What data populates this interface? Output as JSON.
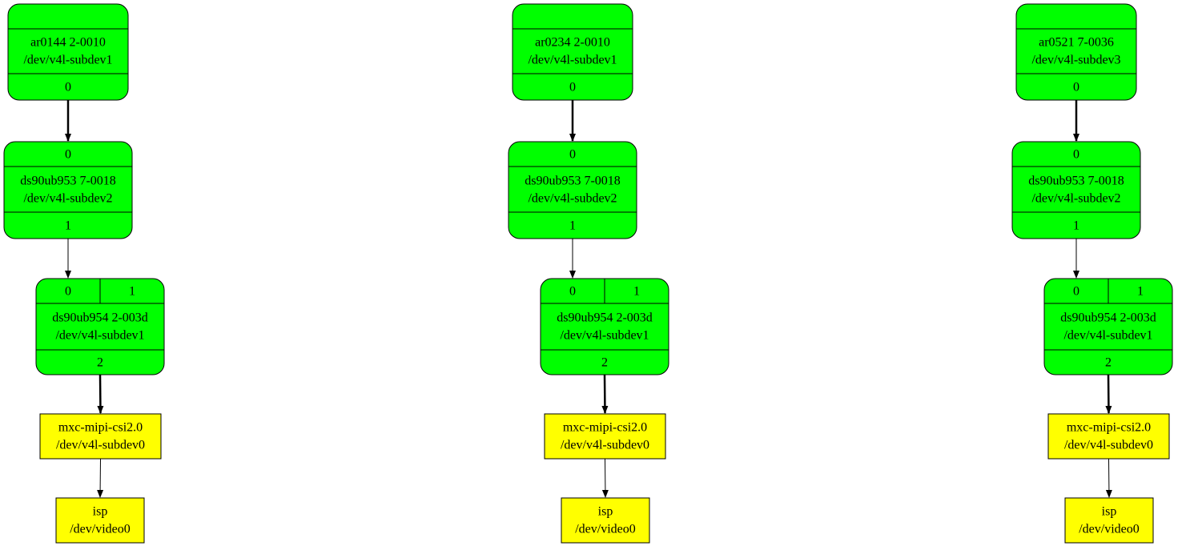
{
  "colors": {
    "subdev_fill": "#00ff00",
    "video_fill": "#ffff00",
    "stroke": "#000000",
    "background": "#ffffff"
  },
  "pipelines": [
    {
      "sensor": {
        "name": "ar0144 2-0010",
        "dev": "/dev/v4l-subdev1",
        "pad_out": "0"
      },
      "serializer": {
        "pad_in": "0",
        "name": "ds90ub953 7-0018",
        "dev": "/dev/v4l-subdev2",
        "pad_out": "1"
      },
      "deserializer": {
        "pad_in_0": "0",
        "pad_in_1": "1",
        "name": "ds90ub954 2-003d",
        "dev": "/dev/v4l-subdev1",
        "pad_out": "2"
      },
      "csi": {
        "name": "mxc-mipi-csi2.0",
        "dev": "/dev/v4l-subdev0"
      },
      "isp": {
        "name": "isp",
        "dev": "/dev/video0"
      }
    },
    {
      "sensor": {
        "name": "ar0234 2-0010",
        "dev": "/dev/v4l-subdev1",
        "pad_out": "0"
      },
      "serializer": {
        "pad_in": "0",
        "name": "ds90ub953 7-0018",
        "dev": "/dev/v4l-subdev2",
        "pad_out": "1"
      },
      "deserializer": {
        "pad_in_0": "0",
        "pad_in_1": "1",
        "name": "ds90ub954 2-003d",
        "dev": "/dev/v4l-subdev1",
        "pad_out": "2"
      },
      "csi": {
        "name": "mxc-mipi-csi2.0",
        "dev": "/dev/v4l-subdev0"
      },
      "isp": {
        "name": "isp",
        "dev": "/dev/video0"
      }
    },
    {
      "sensor": {
        "name": "ar0521 7-0036",
        "dev": "/dev/v4l-subdev3",
        "pad_out": "0"
      },
      "serializer": {
        "pad_in": "0",
        "name": "ds90ub953 7-0018",
        "dev": "/dev/v4l-subdev2",
        "pad_out": "1"
      },
      "deserializer": {
        "pad_in_0": "0",
        "pad_in_1": "1",
        "name": "ds90ub954 2-003d",
        "dev": "/dev/v4l-subdev1",
        "pad_out": "2"
      },
      "csi": {
        "name": "mxc-mipi-csi2.0",
        "dev": "/dev/v4l-subdev0"
      },
      "isp": {
        "name": "isp",
        "dev": "/dev/video0"
      }
    }
  ]
}
